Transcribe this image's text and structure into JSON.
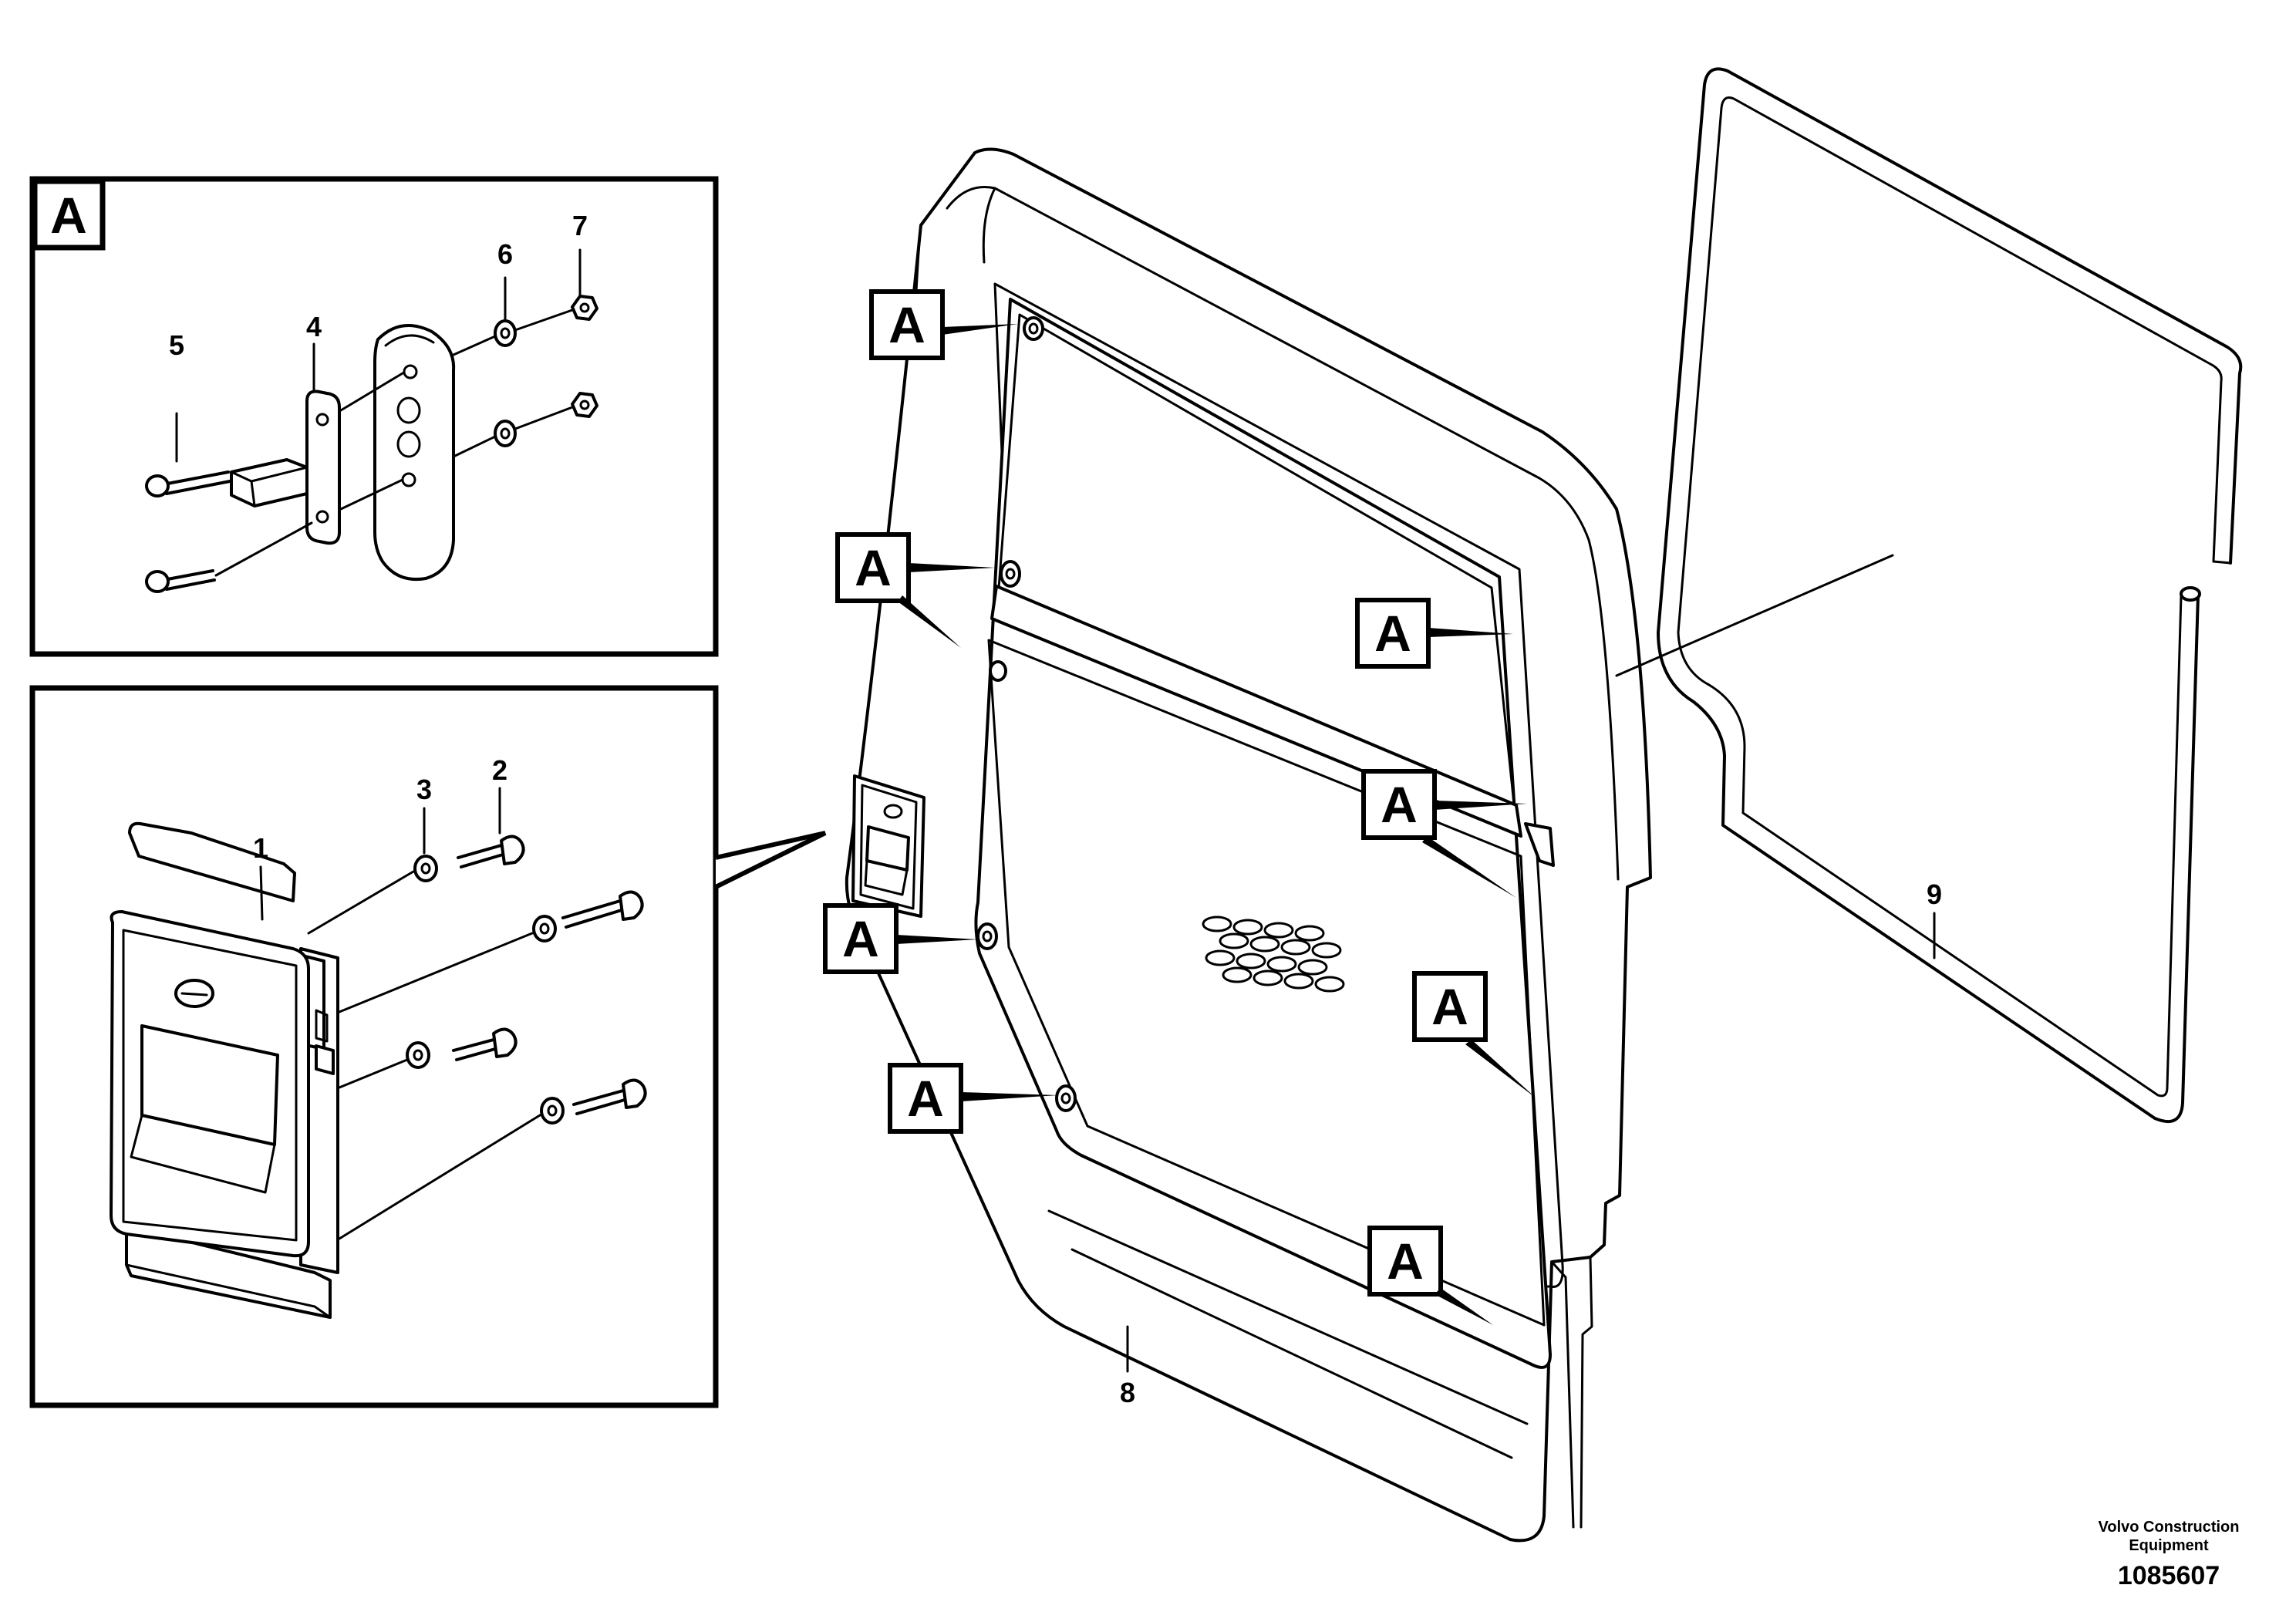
{
  "detail_box_label": "A",
  "callout_letter": "A",
  "part_numbers": {
    "p1": "1",
    "p2": "2",
    "p3": "3",
    "p4": "4",
    "p5": "5",
    "p6": "6",
    "p7": "7",
    "p8": "8",
    "p9": "9"
  },
  "credit": {
    "line1": "Volvo Construction",
    "line2": "Equipment",
    "drawing_number": "1085607"
  }
}
